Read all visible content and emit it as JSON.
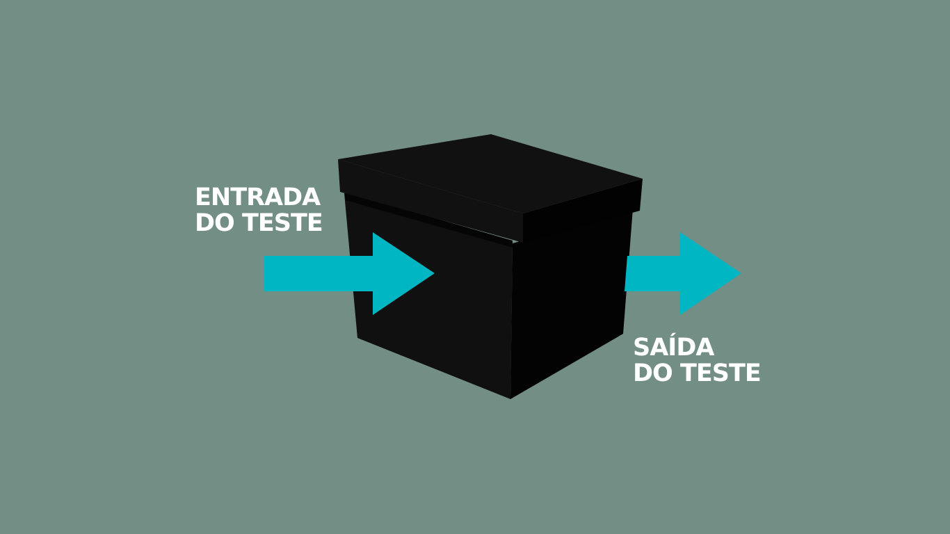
{
  "diagram": {
    "background_color": "#738e84",
    "box": {
      "icon": "black-box-icon",
      "color": "#111111"
    },
    "input": {
      "line1": "ENTRADA",
      "line2": "DO TESTE",
      "arrow_color": "#00b6c3"
    },
    "output": {
      "line1": "SAÍDA",
      "line2": "DO TESTE",
      "arrow_color": "#00b6c3"
    }
  }
}
